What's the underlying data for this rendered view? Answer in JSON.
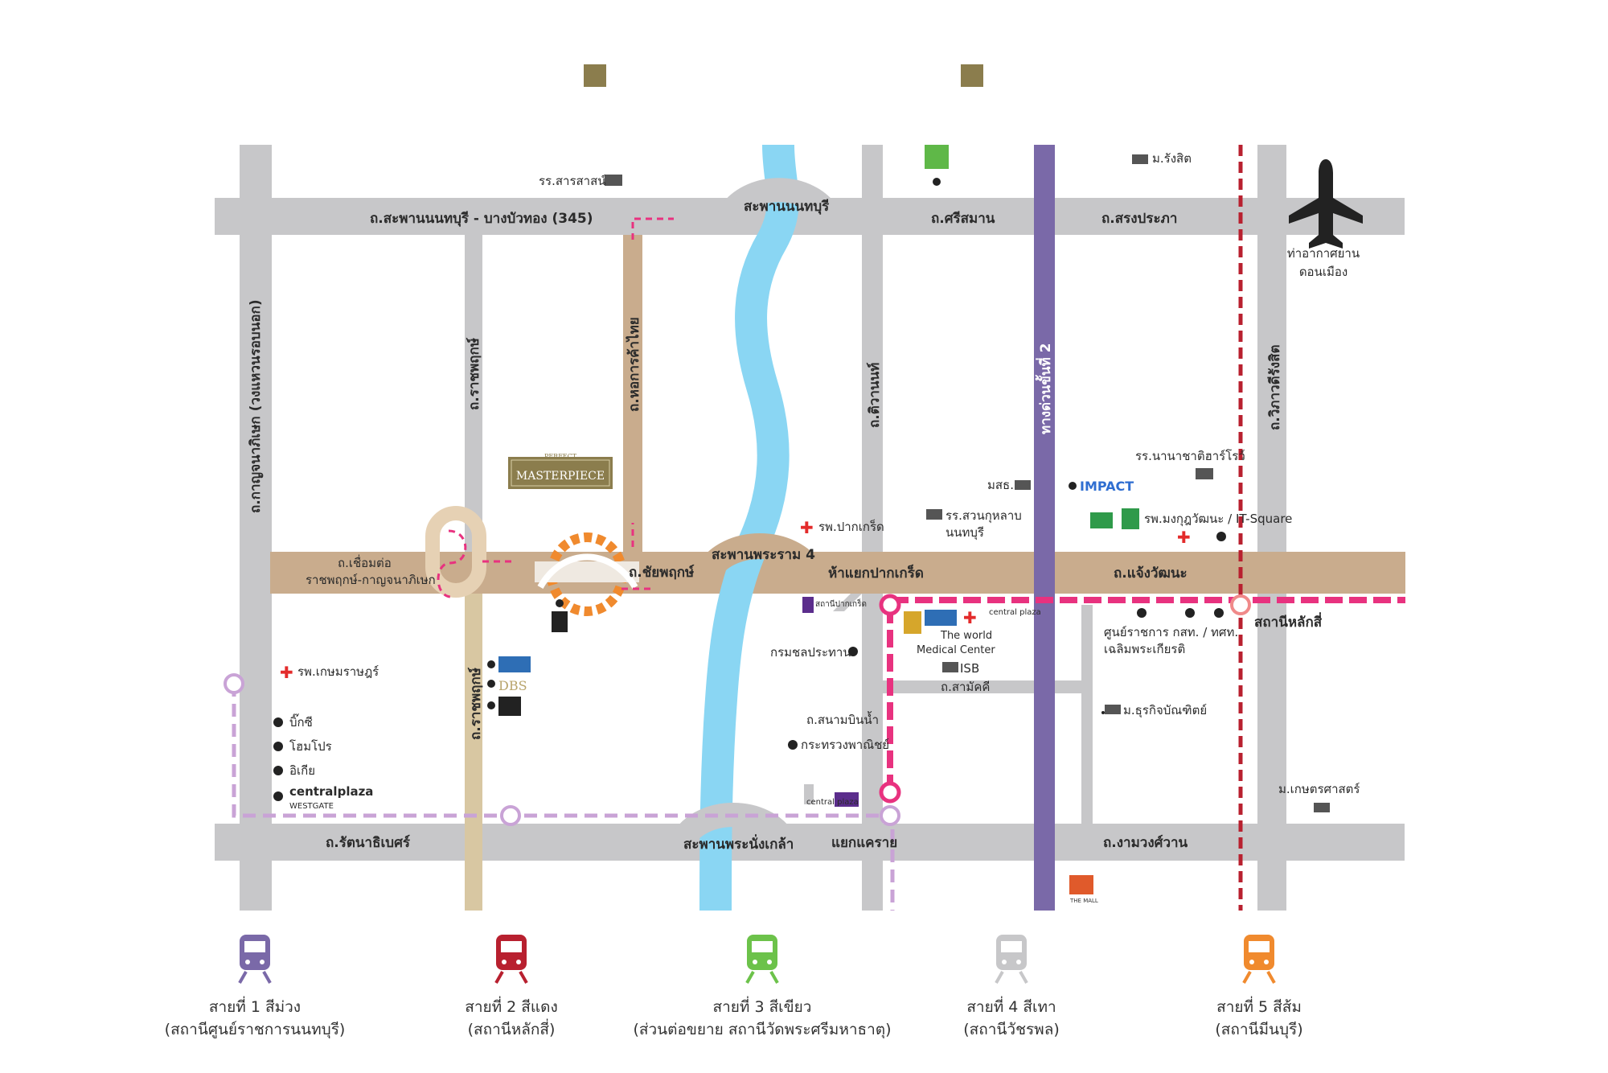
{
  "colors": {
    "road": "#c7c7c9",
    "primary_road": "#c9ac8d",
    "river": "#8ad6f3",
    "expressway": "#7a69a8",
    "purple_line": "#c9a3d6",
    "pink_line": "#e8327f",
    "red_line": "#b8202f",
    "orange": "#f08a2e",
    "brand": "#8b7d4d"
  },
  "header_squares": [
    "",
    ""
  ],
  "roads": {
    "north_road": "ถ.สะพานนนทบุรี - บางบัวทอง (345)",
    "north_bridge": "สะพานนนทบุรี",
    "sri_saman": "ถ.ศรีสมาน",
    "song_prapha": "ถ.สรงประภา",
    "kanchanaphisek": "ถ.กาญจนาภิเษก (วงแหวนรอบนอก)",
    "ratchaphruek_n": "ถ.ราชพฤกษ์",
    "ho_kan_kha_thai": "ถ.หอการค้าไทย",
    "tiwanon": "ถ.ติวานนท์",
    "expressway_2": "ทางด่วนขั้นที่ 2",
    "vibhavadi": "ถ.วิภาวดีรังสิต",
    "link_road": "ถ.เชื่อมต่อ ราชพฤกษ์-กาญจนาภิเษก",
    "chaiyaphruek": "ถ.ชัยพฤกษ์",
    "rama4_bridge": "สะพานพระราม 4",
    "pak_kret_junction": "ห้าแยกปากเกร็ด",
    "chaengwattana": "ถ.แจ้งวัฒนะ",
    "ratchaphruek_s": "ถ.ราชพฤกษ์",
    "sanambinnam": "ถ.สนามบินน้ำ",
    "sammakkhi": "ถ.สามัคคี",
    "rattanathibet": "ถ.รัตนาธิเบศร์",
    "nang_klao_bridge": "สะพานพระนั่งเกล้า",
    "khae_rai": "แยกแคราย",
    "ngamwongwan": "ถ.งามวงศ์วาน"
  },
  "pois": {
    "sarasas": "รร.สารสาสน์",
    "rangsit_univ": "ม.รังสิต",
    "airport": "ท่าอากาศยาน ดอนเมือง",
    "intl_school": "รร.นานาชาติฮาร์โรว์",
    "masterpiece_top": "PERFECT",
    "masterpiece": "MASTERPIECE",
    "pak_kret_hosp": "รพ.ปากเกร็ด",
    "sukhothai_univ": "มสธ.",
    "impact": "IMPACT",
    "suan_kularb": "รร.สวนกุหลาบ นนทบุรี",
    "mongkut_hosp": "รพ.มงกุฎวัฒนะ / IT-Square",
    "pak_kret_station": "สถานีปากเกร็ด",
    "centralplaza_cw": "central plaza",
    "world_medical": "The world Medical Center",
    "gov_center": "ศูนย์ราชการ กสท. / ทศท. เฉลิมพระเกียรติ",
    "lak_si_station": "สถานีหลักสี่",
    "irrigation": "กรมชลประทาน",
    "isb": "ISB",
    "dbs": "DBS",
    "dhurakij": "ม.ธุรกิจบัณฑิตย์",
    "kasemrad_hosp": "รพ.เกษมราษฎร์",
    "big_c": "บิ๊กซี",
    "homepro": "โฮมโปร",
    "ikea": "อิเกีย",
    "centralplaza_wg": "centralplaza",
    "westgate": "WESTGATE",
    "commerce_ministry": "กระทรวงพาณิชย์",
    "central_ngw": "central plaza",
    "kasetsart": "ม.เกษตรศาสตร์",
    "the_mall": "THE MALL"
  },
  "legend": [
    {
      "line": "สายที่ 1 สีม่วง",
      "station": "(สถานีศูนย์ราชการนนทบุรี)",
      "color": "#7a69a8"
    },
    {
      "line": "สายที่ 2 สีแดง",
      "station": "(สถานีหลักสี่)",
      "color": "#b8202f"
    },
    {
      "line": "สายที่ 3 สีเขียว",
      "station": "(ส่วนต่อขยาย สถานีวัดพระศรีมหาธาตุ)",
      "color": "#6cc24a"
    },
    {
      "line": "สายที่ 4 สีเทา",
      "station": "(สถานีวัชรพล)",
      "color": "#c7c7c9"
    },
    {
      "line": "สายที่ 5 สีส้ม",
      "station": "(สถานีมีนบุรี)",
      "color": "#f08a2e"
    }
  ]
}
